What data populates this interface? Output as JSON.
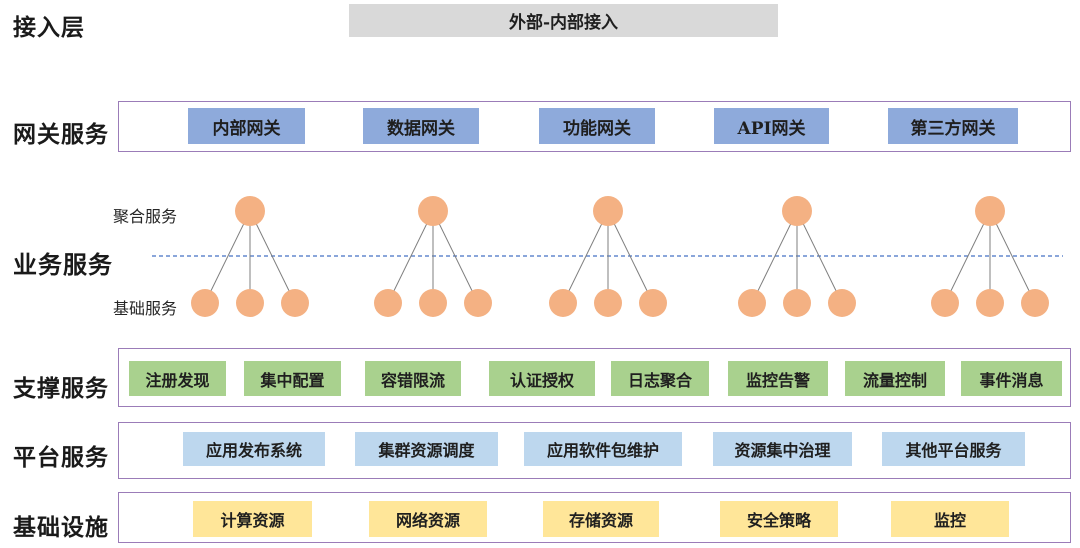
{
  "layers": {
    "access": {
      "label": "接入层",
      "box": "外部-内部接入"
    },
    "gateway": {
      "label": "网关服务",
      "boxes": [
        "内部网关",
        "数据网关",
        "功能网关",
        "API网关",
        "第三方网关"
      ]
    },
    "business": {
      "label": "业务服务",
      "top_label": "聚合服务",
      "bottom_label": "基础服务",
      "tree_count": 5
    },
    "support": {
      "label": "支撑服务",
      "boxes": [
        "注册发现",
        "集中配置",
        "容错限流",
        "认证授权",
        "日志聚合",
        "监控告警",
        "流量控制",
        "事件消息"
      ]
    },
    "platform": {
      "label": "平台服务",
      "boxes": [
        "应用发布系统",
        "集群资源调度",
        "应用软件包维护",
        "资源集中治理",
        "其他平台服务"
      ]
    },
    "infrastructure": {
      "label": "基础设施",
      "boxes": [
        "计算资源",
        "网络资源",
        "存储资源",
        "安全策略",
        "监控"
      ]
    }
  },
  "colors": {
    "access_box_bg": "#d9d9d9",
    "gateway_box_bg": "#8eaadb",
    "support_box_bg": "#a9d18e",
    "platform_box_bg": "#bdd7ee",
    "infra_box_bg": "#ffe699",
    "circle_fill": "#f4b183",
    "container_border": "#9b7cb8",
    "dashed_line": "#4472c4",
    "tree_line": "#7f7f7f"
  }
}
